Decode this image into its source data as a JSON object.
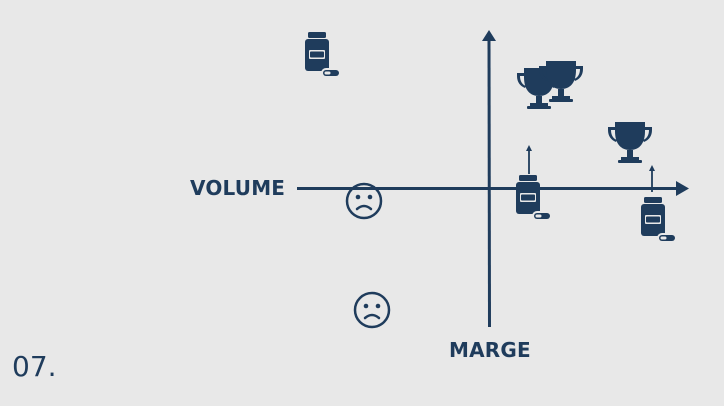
{
  "diagram": {
    "labels": {
      "horizontal_axis": "VOLUME",
      "vertical_axis": "MARGE"
    },
    "slide_number": "07.",
    "colors": {
      "background": "#e8e8e8",
      "primary": "#1f3c5c"
    },
    "icons": [
      "pill-bottle-icon",
      "trophy-icon",
      "sad-face-icon",
      "up-arrow-icon"
    ]
  }
}
